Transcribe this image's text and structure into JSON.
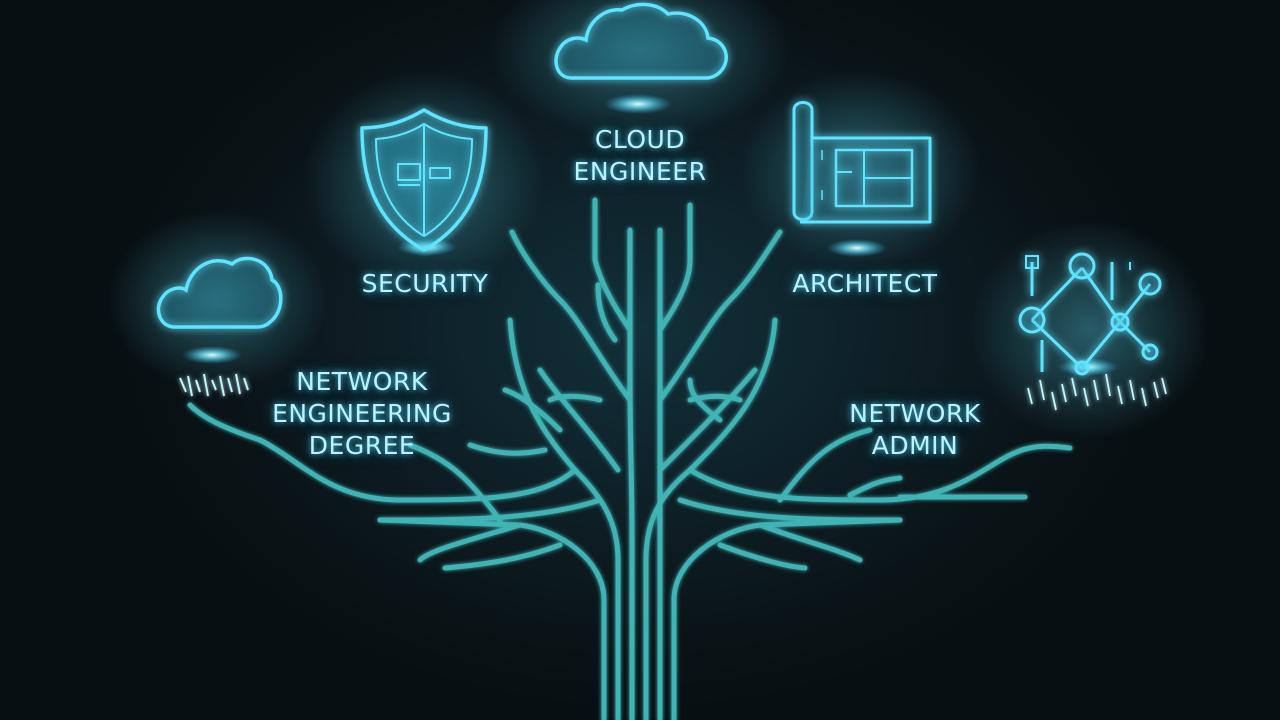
{
  "accent_color": "#4fd8f0",
  "trunk_color": "#3fb3b5",
  "background_color": "#0b1418",
  "nodes": {
    "cloud_engineer": {
      "lines": [
        "CLOUD",
        "ENGINEER"
      ],
      "icon": "cloud-icon"
    },
    "security": {
      "lines": [
        "SECURITY"
      ],
      "icon": "shield-icon"
    },
    "architect": {
      "lines": [
        "ARCHITECT"
      ],
      "icon": "blueprint-icon"
    },
    "network_engineering_degree": {
      "lines": [
        "NETWORK",
        "ENGINEERING",
        "DEGREE"
      ],
      "icon": "cloud-icon"
    },
    "network_admin": {
      "lines": [
        "NETWORK",
        "ADMIN"
      ],
      "icon": "network-topology-icon"
    }
  }
}
